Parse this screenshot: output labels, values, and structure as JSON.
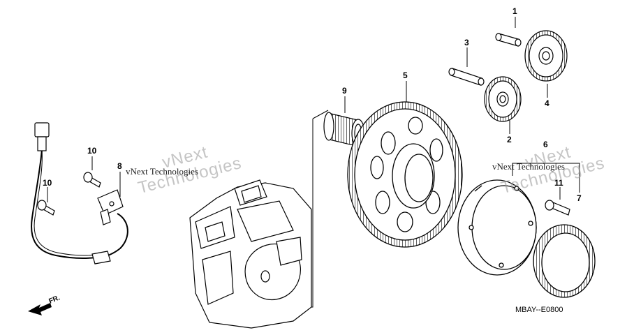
{
  "diagram": {
    "code": "MBAY--E0800",
    "direction_label": "FR.",
    "watermark": {
      "line1": "vNext",
      "line2": "Technologies",
      "small": "vNext Technologies"
    },
    "callouts": {
      "c1": "1",
      "c2": "2",
      "c3": "3",
      "c4": "4",
      "c5": "5",
      "c6": "6",
      "c7": "7",
      "c8": "8",
      "c9": "9",
      "c10a": "10",
      "c10b": "10",
      "c11": "11"
    }
  }
}
